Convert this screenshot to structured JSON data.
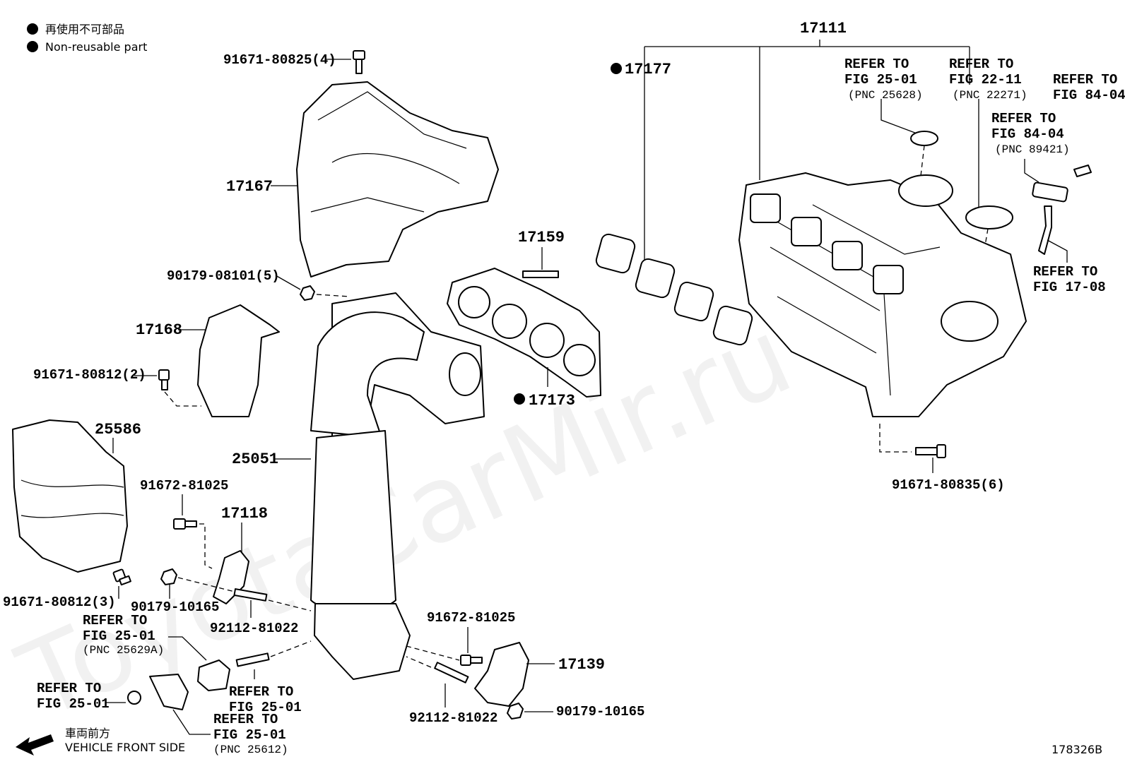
{
  "legend": {
    "jp": "再使用不可部品",
    "en": "Non-reusable part"
  },
  "watermark": "ToyotaCarMir.ru",
  "labels": {
    "p17111": "17111",
    "p17177": "17177",
    "p17167": "17167",
    "p17159": "17159",
    "p17168": "17168",
    "p17173": "17173",
    "p25586": "25586",
    "p25051": "25051",
    "p17118": "17118",
    "p17139": "17139",
    "b91671_80825": "91671-80825(4)",
    "b90179_08101": "90179-08101(5)",
    "b91671_80812_2": "91671-80812(2)",
    "b91672_81025_a": "91672-81025",
    "b91671_80812_3": "91671-80812(3)",
    "b90179_10165_a": "90179-10165",
    "b92112_81022_a": "92112-81022",
    "b91672_81025_b": "91672-81025",
    "b90179_10165_b": "90179-10165",
    "b92112_81022_b": "92112-81022",
    "b91671_80835": "91671-80835(6)"
  },
  "refs": {
    "r1": [
      "REFER TO",
      "FIG 25-01",
      "(PNC 25628)"
    ],
    "r2": [
      "REFER TO",
      "FIG 22-11",
      "(PNC 22271)"
    ],
    "r3": [
      "REFER TO",
      "FIG 84-04"
    ],
    "r4": [
      "REFER TO",
      "FIG 84-04",
      "(PNC 89421)"
    ],
    "r5": [
      "REFER TO",
      "FIG 17-08"
    ],
    "r6": [
      "REFER TO",
      "FIG 25-01",
      "(PNC 25629A)"
    ],
    "r7": [
      "REFER TO",
      "FIG 25-01"
    ],
    "r8": [
      "REFER TO",
      "FIG 25-01"
    ],
    "r9": [
      "REFER TO",
      "FIG 25-01",
      "(PNC 25612)"
    ]
  },
  "front": {
    "jp": "車両前方",
    "en": "VEHICLE FRONT SIDE"
  },
  "figure_id": "178326B"
}
